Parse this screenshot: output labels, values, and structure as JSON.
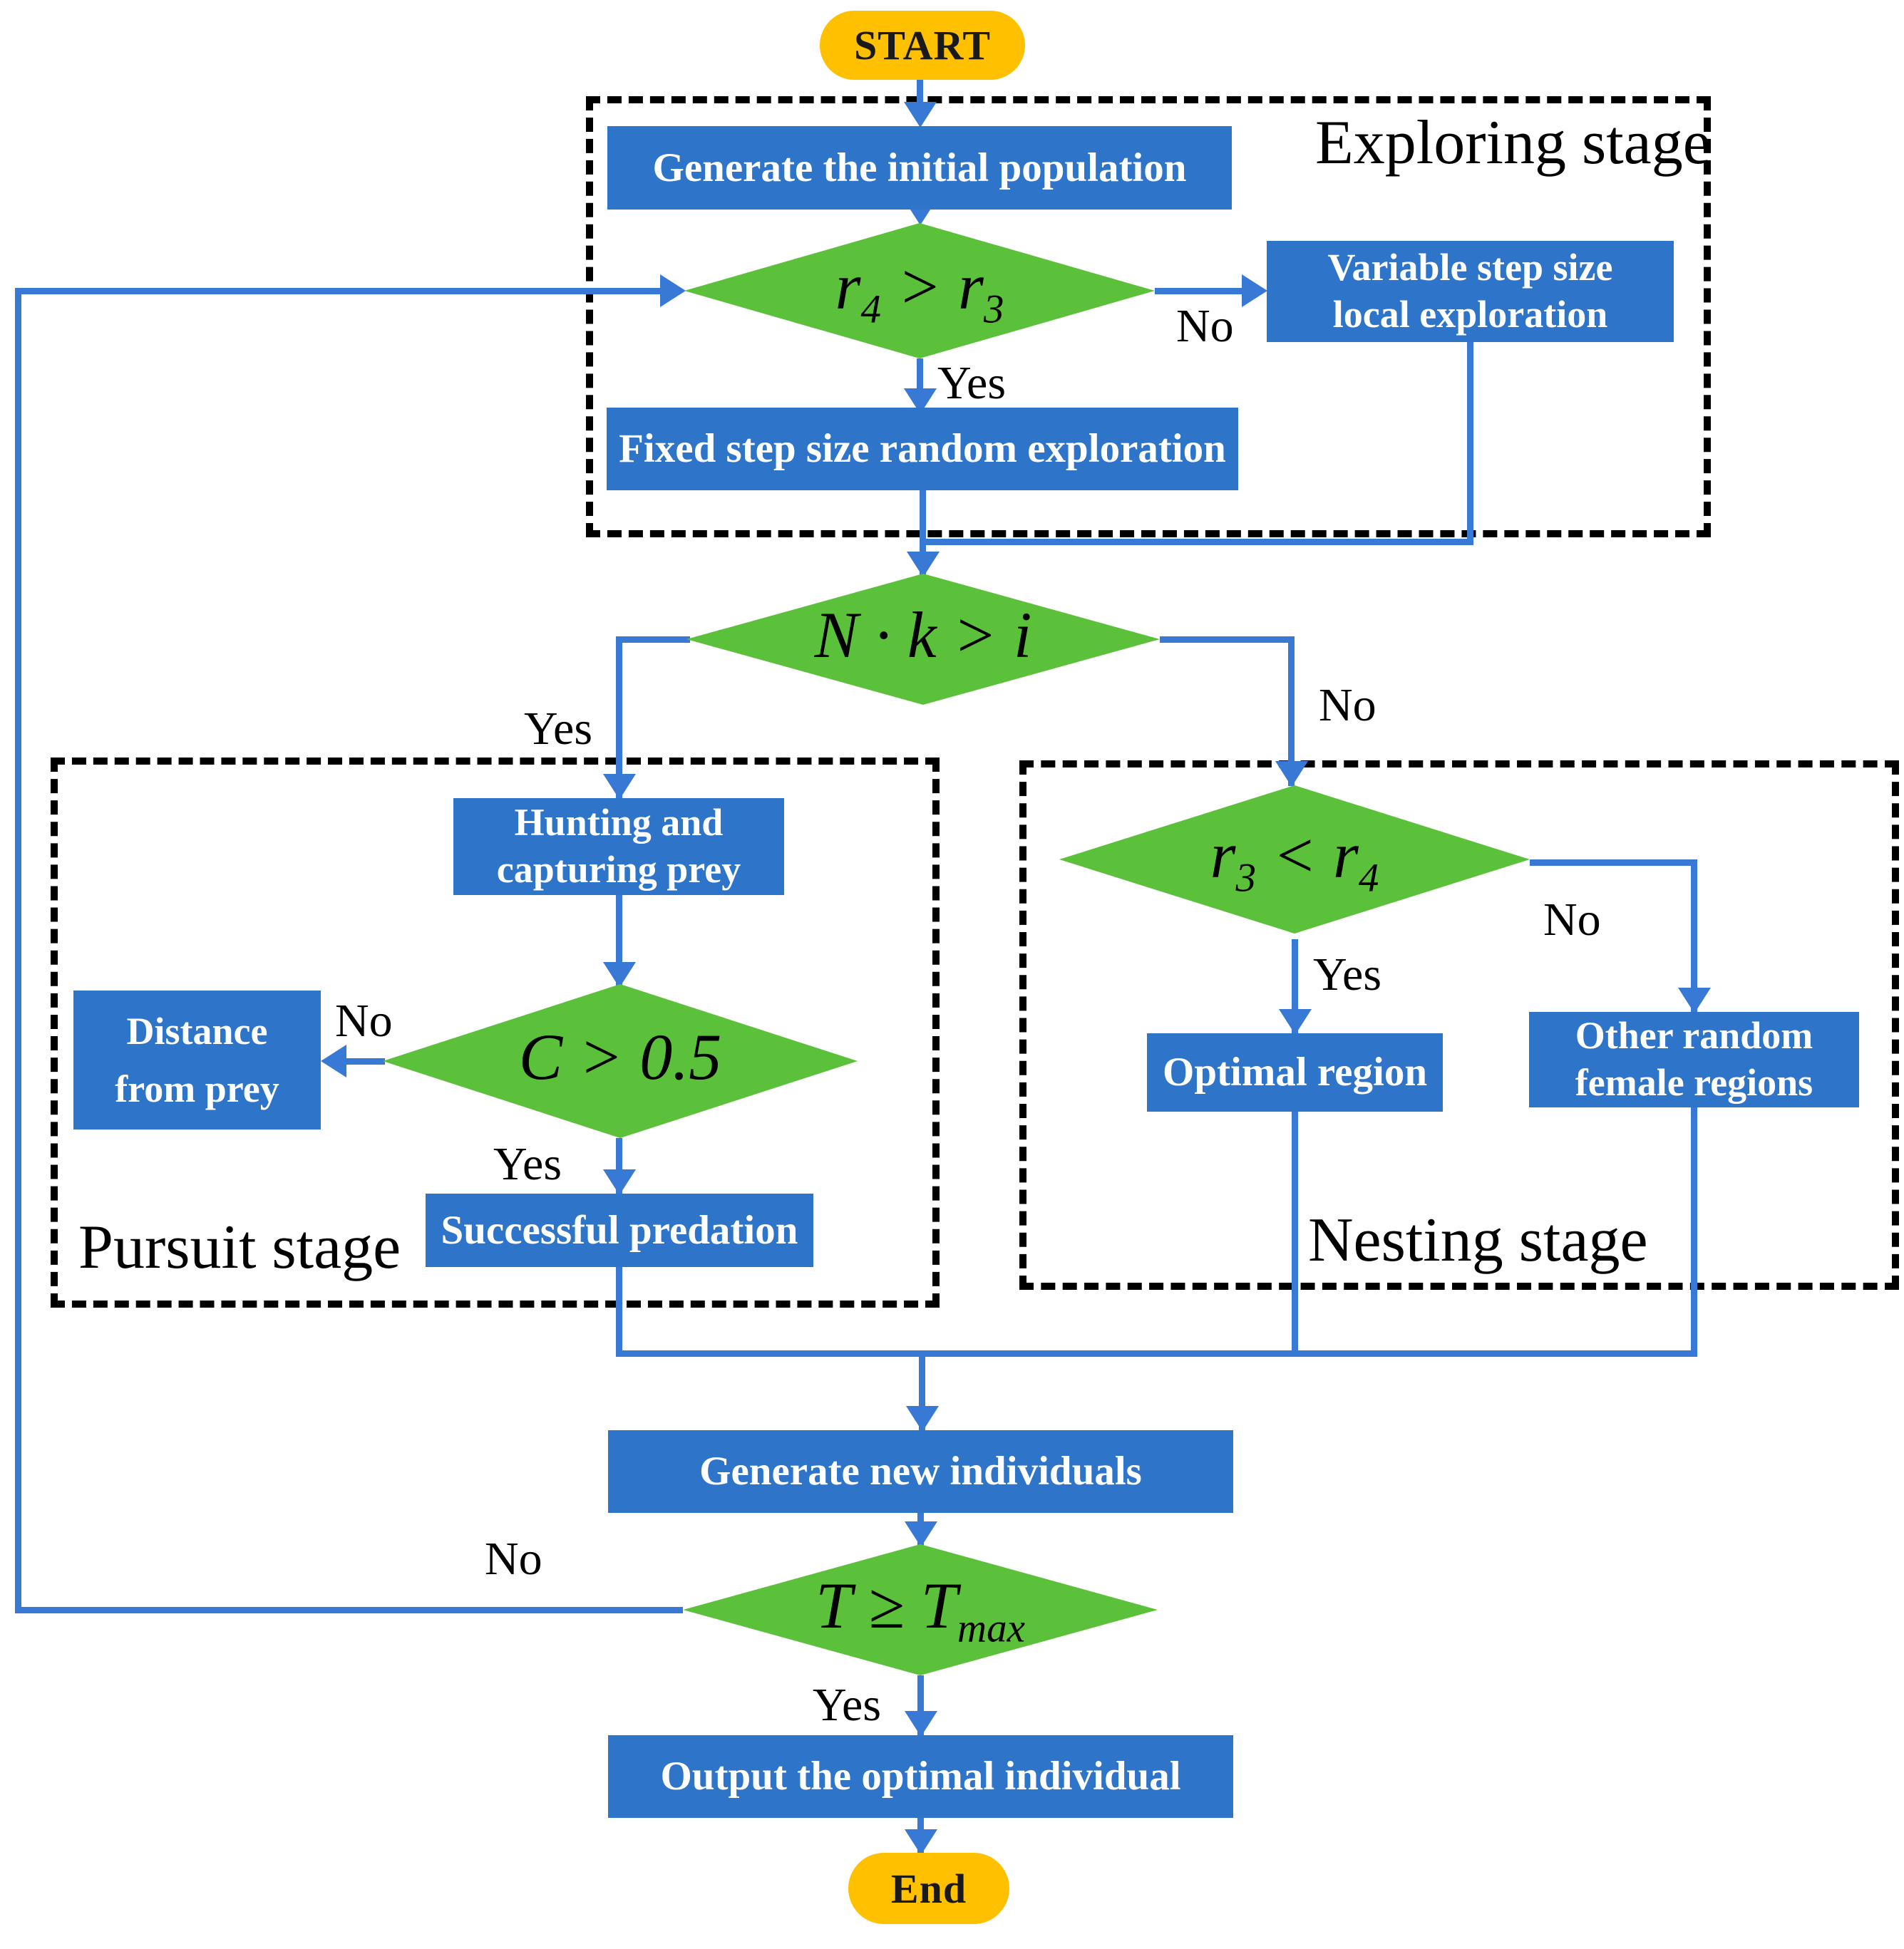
{
  "colors": {
    "process_blue": "#2E74C8",
    "line_blue": "#3879D6",
    "diamond_green": "#5CC13A",
    "terminal_orange": "#FFC000",
    "dashed_border": "#000000"
  },
  "terminals": {
    "start": "START",
    "end": "End"
  },
  "stages": {
    "exploring": "Exploring stage",
    "pursuit": "Pursuit stage",
    "nesting": "Nesting stage"
  },
  "process": {
    "gen_pop": "Generate the initial population",
    "var_step_l1": "Variable step size",
    "var_step_l2": "local exploration",
    "fixed_step": "Fixed step size random exploration",
    "hunting_l1": "Hunting and",
    "hunting_l2": "capturing prey",
    "distance_l1": "Distance",
    "distance_l2": "from prey",
    "successful": "Successful predation",
    "optimal": "Optimal region",
    "other_l1": "Other random",
    "other_l2": "female regions",
    "gen_new": "Generate new individuals",
    "output": "Output the optimal individual"
  },
  "decisions": {
    "d1": {
      "a": "r",
      "asub": "4",
      "op": " > ",
      "b": "r",
      "bsub": "3"
    },
    "d2": {
      "a": "N · k",
      "asub": "",
      "op": " > ",
      "b": "i",
      "bsub": ""
    },
    "d3": {
      "a": "C",
      "asub": "",
      "op": " > ",
      "b": "0.5",
      "bsub": ""
    },
    "d4": {
      "a": "r",
      "asub": "3",
      "op": " < ",
      "b": "r",
      "bsub": "4"
    },
    "d5": {
      "a": "T",
      "asub": "",
      "op": " ≥ ",
      "b": "T",
      "bsub": "max"
    }
  },
  "branches": {
    "d1_yes": "Yes",
    "d1_no": "No",
    "d2_yes": "Yes",
    "d2_no": "No",
    "d3_yes": "Yes",
    "d3_no": "No",
    "d4_yes": "Yes",
    "d4_no": "No",
    "d5_yes": "Yes",
    "d5_no": "No"
  }
}
